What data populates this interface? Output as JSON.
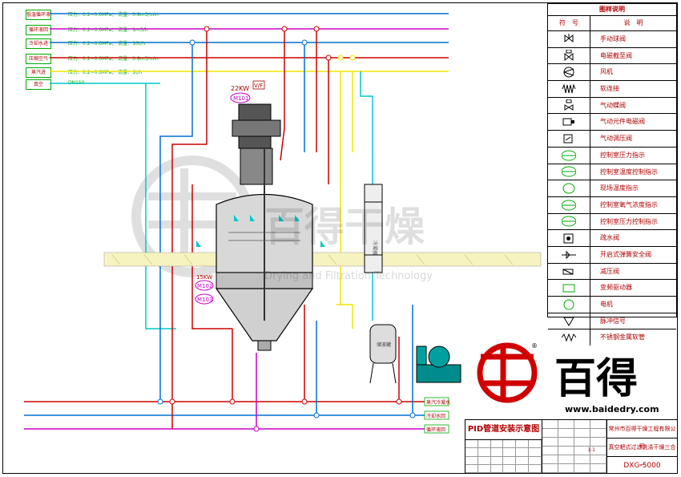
{
  "top_pipes": [
    {
      "label": "低温循环液进",
      "spec": "压力：0.2~0.6MPa； 流量：0.8m3/min"
    },
    {
      "label": "循环液回",
      "spec": "压力：0.2~0.6MPa； 流量：1m3/h"
    },
    {
      "label": "冷却水进",
      "spec": "压力：0.2~0.6MPa； 流量：10t/h"
    },
    {
      "label": "压缩空气",
      "spec": "压力：0.2~0.6MPa； 流量：0.8m3/min"
    },
    {
      "label": "蒸汽进",
      "spec": "压力：0.2~0.6MPa； 流量：1t/h"
    },
    {
      "label": "真空",
      "spec": "DN150"
    }
  ],
  "bottom_pipes": [
    "蒸汽冷凝水",
    "冷却水回",
    "循环液回"
  ],
  "equipment": {
    "motor_top_power": "22KW",
    "vf_label": "V/F",
    "motor_top_id": "M101",
    "motor_side_power": "15KW",
    "motor_side_ids": [
      "M102",
      "M103"
    ],
    "condenser_text": "冷凝器",
    "receiver_text": "储液罐"
  },
  "watermark": {
    "cn": "百得干燥",
    "en": "Drying and Filtration Technology"
  },
  "logo": {
    "name": "百得",
    "url": "www.baidedry.com",
    "registered": "®"
  },
  "legend": {
    "title": "图样说明",
    "col_symbol": "符　号",
    "col_desc": "说　明",
    "items": [
      {
        "icon": "manual-ball-valve-icon",
        "desc": "手动球阀"
      },
      {
        "icon": "solenoid-valve-icon",
        "desc": "电磁截至阀"
      },
      {
        "icon": "fan-icon",
        "desc": "风机"
      },
      {
        "icon": "flexible-joint-icon",
        "desc": "软连接"
      },
      {
        "icon": "pneumatic-valve-icon",
        "desc": "气动蝶阀"
      },
      {
        "icon": "pneumatic-solenoid-icon",
        "desc": "气动元件电磁阀"
      },
      {
        "icon": "pneumatic-regulating-valve-icon",
        "desc": "气动调压阀"
      },
      {
        "icon": "pressure-indicator-icon",
        "desc": "控制室压力指示"
      },
      {
        "icon": "temp-control-icon",
        "desc": "控制室温度控制指示"
      },
      {
        "icon": "local-temp-icon",
        "desc": "现场温度指示"
      },
      {
        "icon": "oxygen-indicator-icon",
        "desc": "控制室氧气浓度指示"
      },
      {
        "icon": "pressure-control-icon",
        "desc": "控制室压力控制指示"
      },
      {
        "icon": "drain-valve-icon",
        "desc": "疏水阀"
      },
      {
        "icon": "safety-valve-icon",
        "desc": "开启式弹簧安全阀"
      },
      {
        "icon": "reducing-valve-icon",
        "desc": "减压阀"
      },
      {
        "icon": "vfd-icon",
        "desc": "变频驱动器"
      },
      {
        "icon": "motor-icon",
        "desc": "电机"
      },
      {
        "icon": "pulse-signal-icon",
        "desc": "脉冲信号"
      },
      {
        "icon": "metal-hose-icon",
        "desc": "不锈钢金属软管"
      }
    ]
  },
  "title_block": {
    "drawing_title": "PID管道安装示意图",
    "company": "常州市百得干燥工程有限公司",
    "project": "真空耙式过滤洗涤干燥三合一",
    "drawing_no": "DXG-5000",
    "scale": "1:1"
  },
  "colors": {
    "red": "#cc0000",
    "blue": "#0070d0",
    "green": "#00aa00",
    "yellow": "#f2e600",
    "magenta": "#cc00cc",
    "cyan": "#00c8c8",
    "teal": "#00a0a0"
  }
}
